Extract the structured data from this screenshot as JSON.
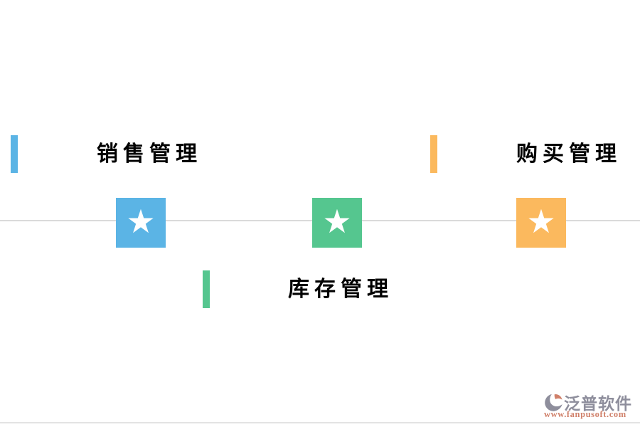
{
  "sections": {
    "sales": {
      "label": "销售管理",
      "color": "#5bb4e5"
    },
    "purchase": {
      "label": "购买管理",
      "color": "#fbb95e"
    },
    "inventory": {
      "label": "库存管理",
      "color": "#55c68f"
    }
  },
  "markers": {
    "star_glyph": "★"
  },
  "divider": {
    "color": "#dadada"
  },
  "watermark": {
    "brand": "泛普软件",
    "url": "www.fanpusoft.com",
    "brand_color": "#8e8e9c",
    "url_color": "#d0806a"
  }
}
